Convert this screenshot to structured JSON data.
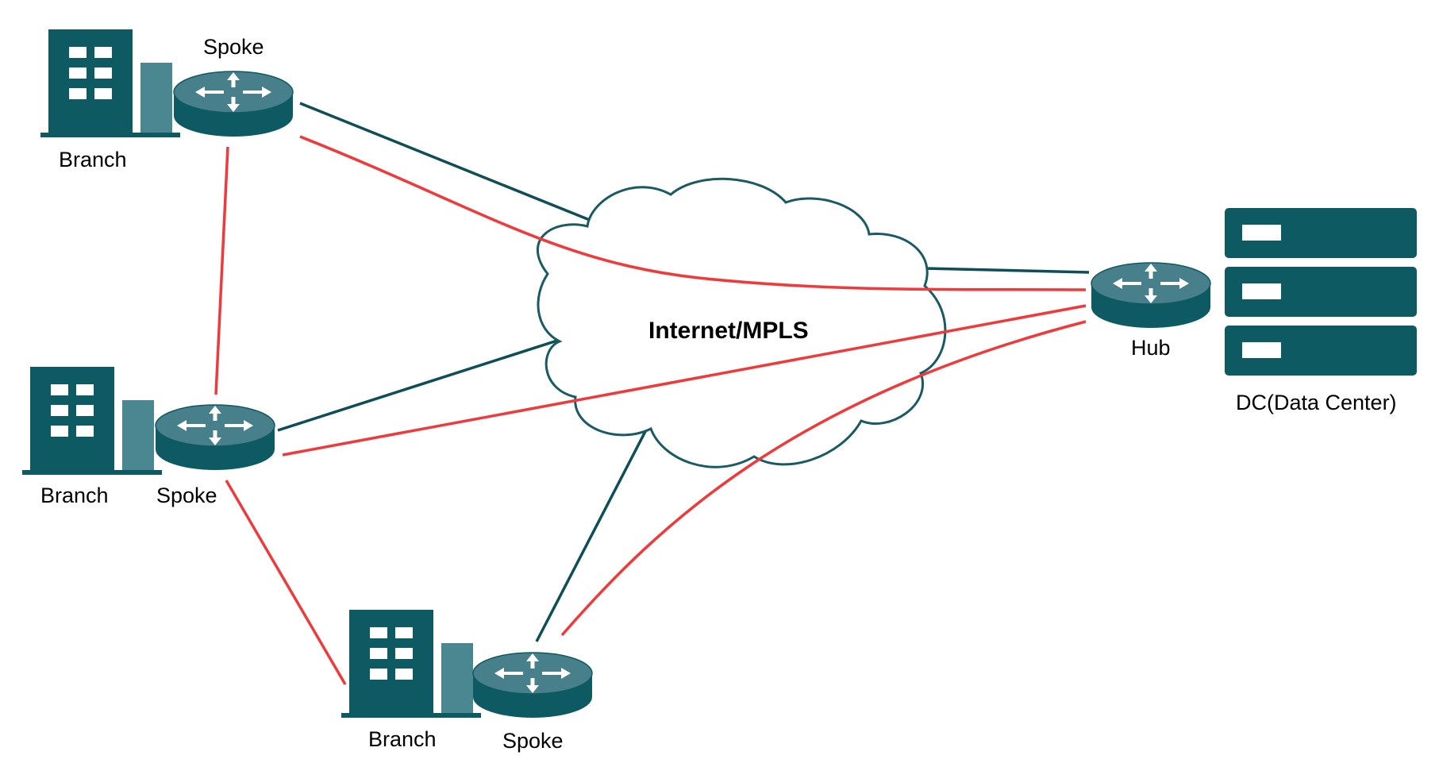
{
  "colors": {
    "teal_dark": "#0e5a63",
    "teal_light": "#4a8790",
    "router_top": "#47808a",
    "link_overlay": "#0e4e57",
    "link_tunnel": "#f0393a",
    "cloud_stroke": "#1a5b63",
    "white": "#ffffff"
  },
  "labels": {
    "cloud": "Internet/MPLS",
    "spoke_1": "Spoke",
    "spoke_2": "Spoke",
    "spoke_3": "Spoke",
    "branch_1": "Branch",
    "branch_2": "Branch",
    "branch_3": "Branch",
    "hub": "Hub",
    "dc": "DC(Data Center)"
  },
  "icons": {
    "building": "building-icon",
    "router": "router-icon",
    "server": "server-rack-icon",
    "cloud": "cloud-icon"
  }
}
